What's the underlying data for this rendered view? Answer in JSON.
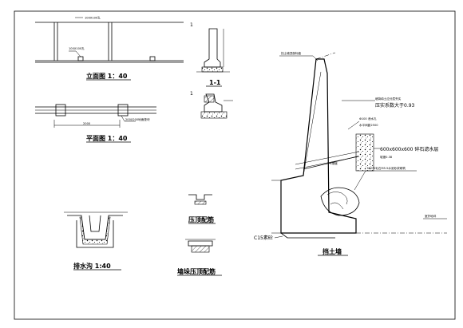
{
  "titles": {
    "elevation": "立面图 1：40",
    "plan": "平面图 1：40",
    "section": "1-1",
    "drain": "排水沟 1:40",
    "coping": "压顶配筋",
    "wall_coping": "墙垛压顶配筋",
    "retaining_wall": "挡土墙"
  },
  "notes": {
    "section_no_top": "1",
    "section_no_bottom": "1",
    "elev_note": "100X100孔",
    "plan_dim": "2000",
    "plan_note": "200X200地面垫块",
    "rw_top": "挡土墙顶部标高",
    "rw_fill_1": "墙背填土应分层夯实",
    "rw_fill_2": "压实系数大于0.93",
    "rw_pipe_1": "Φ100 泄水孔",
    "rw_pipe_2": "水平间距2500",
    "rw_filter_1": "600x600x600 碎石滤水层",
    "rw_filter_2": "坡度0.38",
    "rw_slope": "1%坡度",
    "rw_mortar": "MU70毛石M5.5水泥砂浆砌筑",
    "rw_ground": "室外地坪",
    "rw_c15": "C15素砼"
  }
}
